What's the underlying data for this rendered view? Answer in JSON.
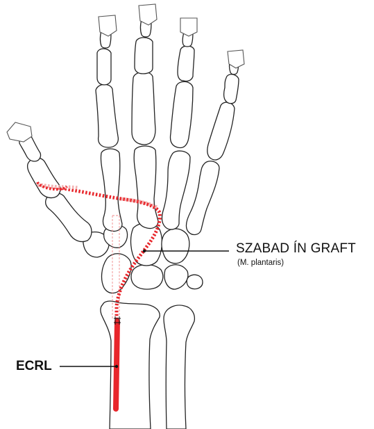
{
  "labels": {
    "graft": "SZABAD ÍN GRAFT",
    "graft_sub": "(M. plantaris)",
    "ecrl": "ECRL"
  },
  "colors": {
    "tendon": "#e8262b",
    "graft_light": "#f2b3b3",
    "outline": "#222222",
    "background": "#ffffff"
  }
}
